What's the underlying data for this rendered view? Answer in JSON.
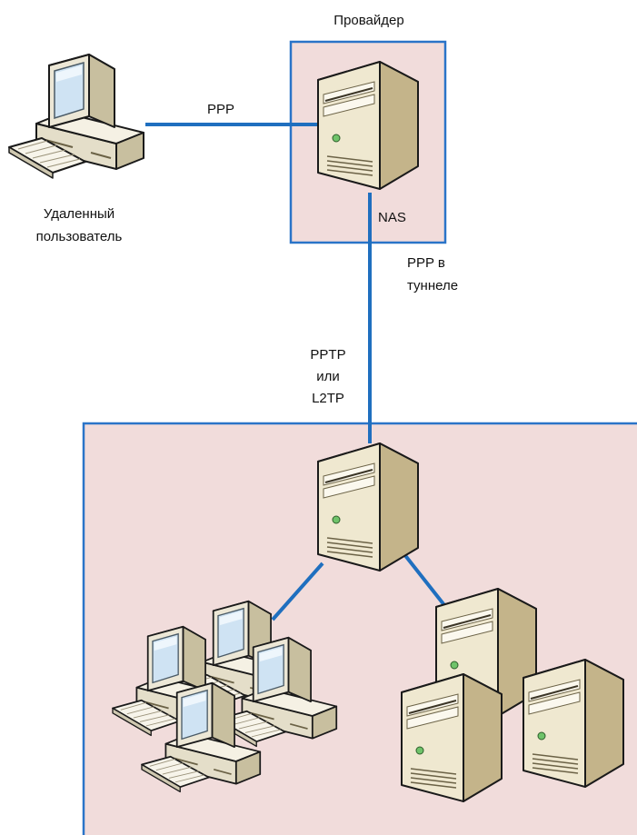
{
  "labels": {
    "provider": "Провайдер",
    "remote_user_line1": "Удаленный",
    "remote_user_line2": "пользователь",
    "ppp": "PPP",
    "nas": "NAS",
    "ppp_tunnel_line1": "PPP в",
    "ppp_tunnel_line2": "туннеле",
    "pptp_line1": "PPTP",
    "pptp_line2": "или",
    "pptp_line3": "L2TP"
  },
  "colors": {
    "link": "#1f6fbf",
    "zone_fill": "#f1dcdb",
    "zone_border": "#2a74c8",
    "server_body": "#efe8d0",
    "server_side": "#c4b48a",
    "monitor_frame": "#ece7d6",
    "screen": "#cfe3f3",
    "outline": "#1a1a1a"
  },
  "icons": {
    "remote_pc": "desktop-computer-icon",
    "nas_server": "tower-server-icon",
    "vpn_server": "tower-server-icon",
    "lan_workstations": "workstation-group-icon",
    "lan_servers": "server-group-icon"
  }
}
